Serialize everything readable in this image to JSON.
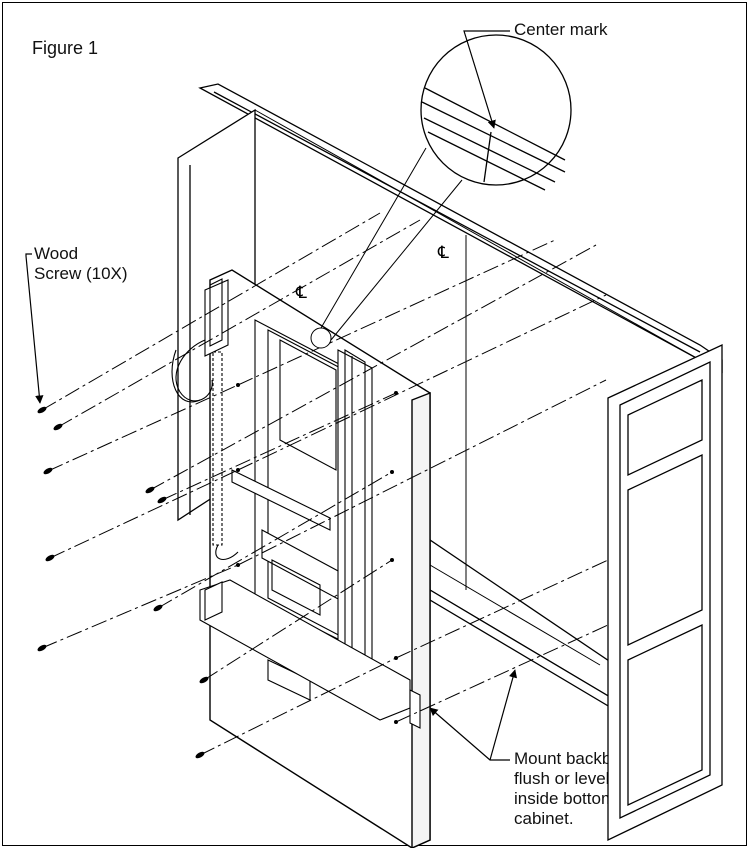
{
  "figure": {
    "title": "Figure 1",
    "callouts": {
      "center_mark": "Center mark",
      "wood_screw_line1": "Wood",
      "wood_screw_line2": "Screw (10X)",
      "centerline_symbol_1": "℄",
      "centerline_symbol_2": "℄",
      "mount_note_lines": [
        "Mount backboard",
        "flush or level with",
        "inside bottom of",
        "cabinet."
      ]
    }
  },
  "colors": {
    "line": "#000000",
    "background": "#ffffff"
  }
}
